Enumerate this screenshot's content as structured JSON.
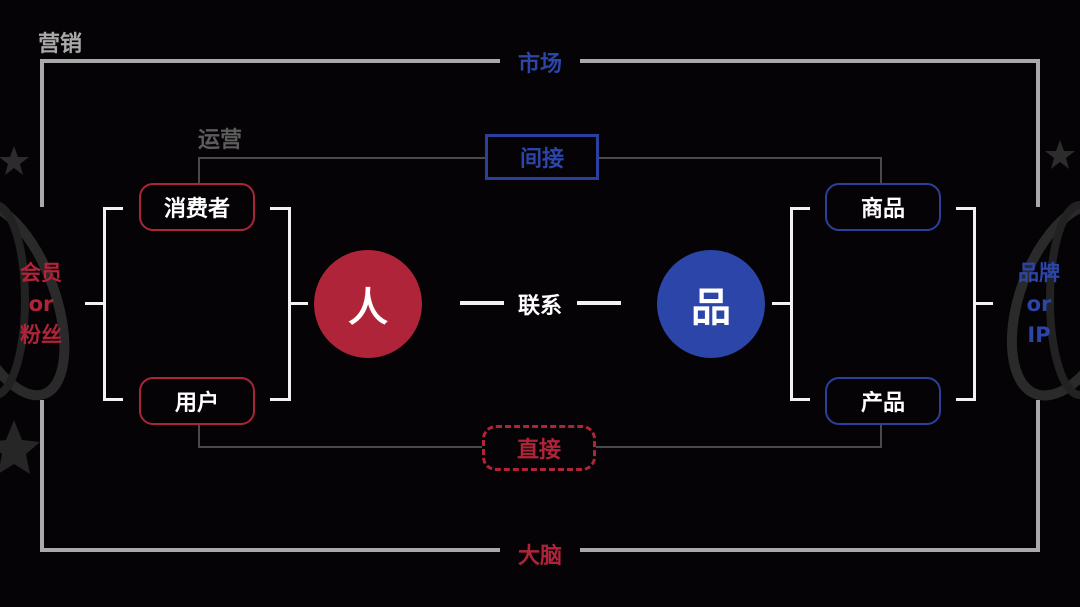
{
  "colors": {
    "background": "#050305",
    "frame": "#a9a9a9",
    "red": "#b0243a",
    "blue": "#2b45a8",
    "connector": "#4a4a4a",
    "white": "#f2f2f2",
    "muted_label": "#8a8a8a"
  },
  "frame": {
    "corner_label": "营销",
    "top_label": "市场",
    "bottom_label": "大脑"
  },
  "inner": {
    "corner_label": "运营",
    "top_connector_label": "间接",
    "bottom_connector_label": "直接"
  },
  "left": {
    "side_label_lines": [
      "会员",
      "or",
      "粉丝"
    ],
    "top_item": "消费者",
    "bottom_item": "用户",
    "hub": "人"
  },
  "center": {
    "link_label": "联系"
  },
  "right": {
    "side_label_lines": [
      "品牌",
      "or",
      "IP"
    ],
    "top_item": "商品",
    "bottom_item": "产品",
    "hub": "品"
  },
  "decorations": {
    "left_icon": "planet-orbit-icon",
    "right_icon": "planet-orbit-icon",
    "stars": "star-icon"
  }
}
